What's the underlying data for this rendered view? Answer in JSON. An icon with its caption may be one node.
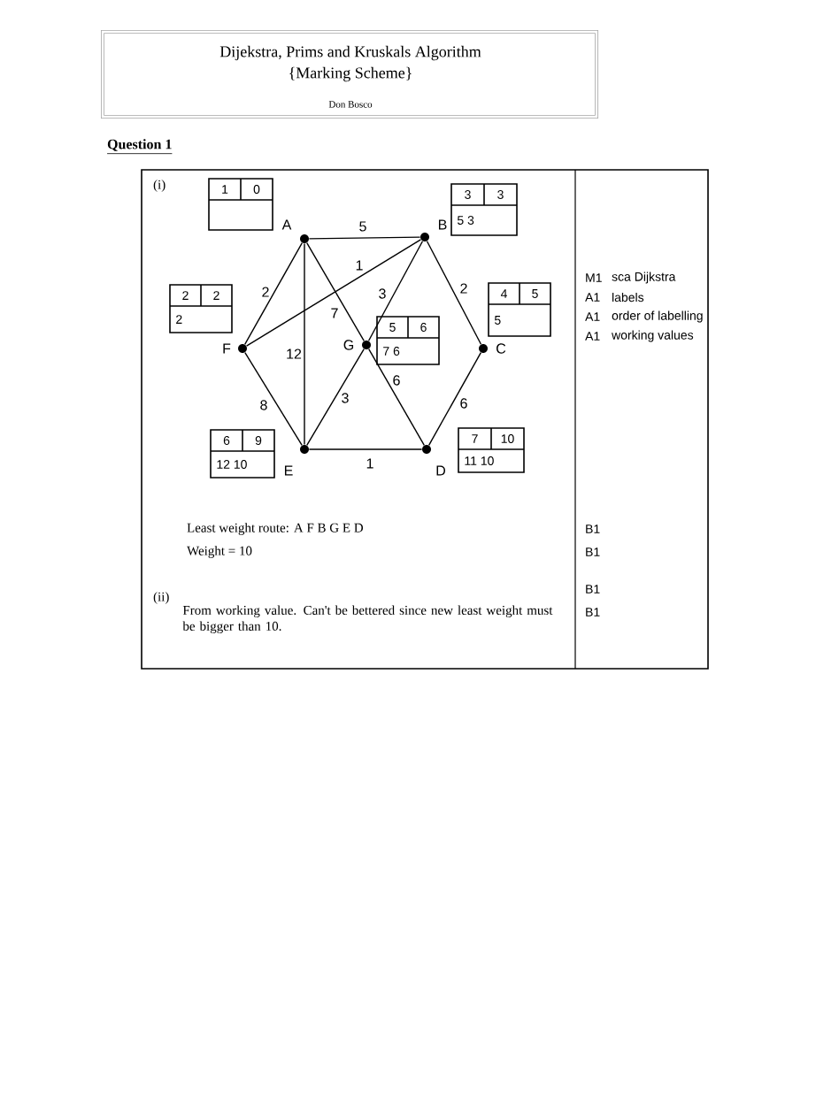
{
  "diagram": {
    "title": "Dijekstra, Prims and Kruskals Algorithm",
    "nodes": [
      {
        "text": [],
        "shape": "circle",
        "beside": [
          "A"
        ]
      },
      {
        "text": [],
        "shape": "circle",
        "beside": [
          "B"
        ]
      },
      {
        "text": [],
        "shape": "circle",
        "beside": [
          "C"
        ]
      },
      {
        "text": [],
        "shape": "circle",
        "beside": [
          "D"
        ]
      },
      {
        "text": [],
        "shape": "circle",
        "beside": [
          "E"
        ]
      },
      {
        "text": [],
        "shape": "circle",
        "beside": [
          "F"
        ]
      },
      {
        "text": [],
        "shape": "circle",
        "beside": [
          "G"
        ]
      },
      {
        "text": [
          "1",
          "0"
        ]
      },
      {
        "text": [
          "3",
          "3",
          "5 3"
        ]
      },
      {
        "text": [
          "4",
          "5",
          "5"
        ]
      },
      {
        "text": [
          "7",
          "10",
          "11 10"
        ]
      },
      {
        "text": [
          "6",
          "9",
          "12 10"
        ]
      },
      {
        "text": [
          "2",
          "2",
          "2"
        ]
      },
      {
        "text": [
          "5",
          "6",
          "7 6"
        ]
      }
    ],
    "edges": [
      {
        "from": 0,
        "to": 1,
        "arrow": "none",
        "label": "5"
      },
      {
        "from": 0,
        "to": 5,
        "arrow": "none",
        "label": "2"
      },
      {
        "from": 0,
        "to": 4,
        "arrow": "none",
        "label": "12"
      },
      {
        "from": 0,
        "to": 6,
        "arrow": "none",
        "label": "7"
      },
      {
        "from": 1,
        "to": 5,
        "arrow": "none",
        "label": "1"
      },
      {
        "from": 1,
        "to": 6,
        "arrow": "none",
        "label": "3"
      },
      {
        "from": 1,
        "to": 2,
        "arrow": "none",
        "label": "2"
      },
      {
        "from": 5,
        "to": 4,
        "arrow": "none",
        "label": "8"
      },
      {
        "from": 6,
        "to": 4,
        "arrow": "none",
        "label": "3"
      },
      {
        "from": 6,
        "to": 3,
        "arrow": "none",
        "label": "6"
      },
      {
        "from": 2,
        "to": 3,
        "arrow": "none",
        "label": "6"
      },
      {
        "from": 4,
        "to": 3,
        "arrow": "none",
        "label": "1"
      }
    ],
    "labels": [
      "{Marking Scheme}",
      "Don Bosco",
      "Question 1",
      "(i)",
      "M1",
      "sca Dijkstra",
      "A1",
      "labels",
      "A1",
      "order of labelling",
      "A1",
      "working values",
      "Least weight route:  A F B G E D",
      "B1",
      "Weight = 10",
      "B1",
      "(ii)",
      "B1",
      "From working value.  Can't be bettered since new least weight must be bigger than 10.",
      "B1"
    ]
  }
}
